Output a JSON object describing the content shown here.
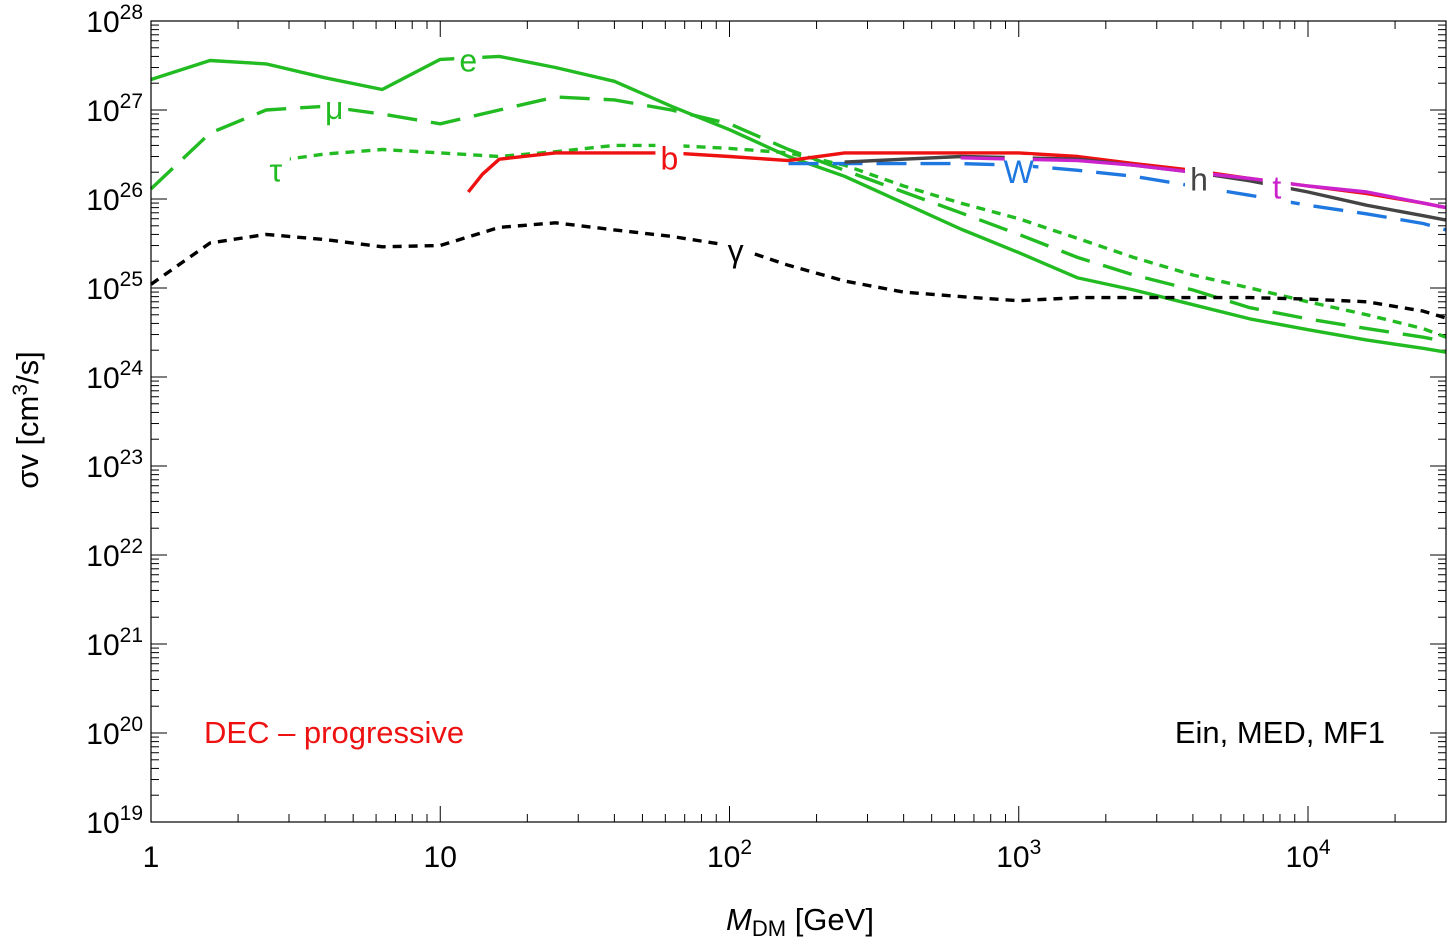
{
  "chart_data": {
    "type": "line",
    "xscale": "log",
    "yscale": "log",
    "xlim": [
      1,
      30000
    ],
    "ylim": [
      1e+19,
      1e+28
    ],
    "x_ticks": [
      {
        "value": 1,
        "base": "1",
        "exp": ""
      },
      {
        "value": 10,
        "base": "10",
        "exp": ""
      },
      {
        "value": 100,
        "base": "10",
        "exp": "2"
      },
      {
        "value": 1000,
        "base": "10",
        "exp": "3"
      },
      {
        "value": 10000,
        "base": "10",
        "exp": "4"
      }
    ],
    "y_ticks": [
      {
        "value": 1e+19,
        "base": "10",
        "exp": "19"
      },
      {
        "value": 1e+20,
        "base": "10",
        "exp": "20"
      },
      {
        "value": 1e+21,
        "base": "10",
        "exp": "21"
      },
      {
        "value": 1e+22,
        "base": "10",
        "exp": "22"
      },
      {
        "value": 1e+23,
        "base": "10",
        "exp": "23"
      },
      {
        "value": 1e+24,
        "base": "10",
        "exp": "24"
      },
      {
        "value": 1e+25,
        "base": "10",
        "exp": "25"
      },
      {
        "value": 1e+26,
        "base": "10",
        "exp": "26"
      },
      {
        "value": 1e+27,
        "base": "10",
        "exp": "27"
      },
      {
        "value": 1e+28,
        "base": "10",
        "exp": "28"
      }
    ],
    "xlabel": {
      "main": "M",
      "sub": "DM",
      "rest": " [GeV]"
    },
    "ylabel": {
      "pre": "σv [cm",
      "sup": "3",
      "post": "/s]"
    },
    "annotations": [
      {
        "text": "DEC – progressive",
        "color": "#ee1111"
      },
      {
        "text": "Ein, MED, MF1",
        "color": "#000000"
      }
    ],
    "series": [
      {
        "name": "e",
        "color": "#22bb22",
        "dash": "solid",
        "x": [
          1,
          1.6,
          2.5,
          4,
          6.3,
          10,
          16,
          25,
          40,
          63,
          100,
          160,
          250,
          400,
          630,
          1000,
          1600,
          2500,
          4000,
          6300,
          10000,
          16000,
          25000,
          30000
        ],
        "y": [
          2.2e+27,
          3.6e+27,
          3.3e+27,
          2.3e+27,
          1.7e+27,
          3.7e+27,
          4e+27,
          3e+27,
          2.1e+27,
          1.1e+27,
          6e+26,
          3e+26,
          1.8e+26,
          9e+25,
          4.6e+25,
          2.5e+25,
          1.3e+25,
          9.5e+24,
          6.5e+24,
          4.5e+24,
          3.4e+24,
          2.6e+24,
          2.1e+24,
          1.9e+24
        ]
      },
      {
        "name": "μ",
        "color": "#22bb22",
        "dash": "long",
        "x": [
          1,
          1.6,
          2.5,
          4,
          6.3,
          10,
          16,
          25,
          40,
          63,
          100,
          160,
          250,
          400,
          630,
          1000,
          1600,
          2500,
          4000,
          6300,
          10000,
          16000,
          25000,
          30000
        ],
        "y": [
          1.3e+26,
          5.5e+26,
          1e+27,
          1.1e+27,
          9e+26,
          7e+26,
          1e+27,
          1.4e+27,
          1.3e+27,
          1e+27,
          7e+26,
          3.6e+26,
          2.1e+26,
          1.2e+26,
          7e+25,
          4e+25,
          2.2e+25,
          1.4e+25,
          9.5e+24,
          6e+24,
          4.5e+24,
          3.5e+24,
          2.8e+24,
          2.5e+24
        ]
      },
      {
        "name": "τ",
        "color": "#22bb22",
        "dash": "dotted",
        "x": [
          2.5,
          4,
          6.3,
          10,
          16,
          25,
          40,
          63,
          100,
          160,
          250,
          400,
          630,
          1000,
          1600,
          2500,
          4000,
          6300,
          10000,
          16000,
          25000,
          30000
        ],
        "y": [
          2.6e+26,
          3.2e+26,
          3.6e+26,
          3.3e+26,
          3e+26,
          3.4e+26,
          4e+26,
          4e+26,
          3.7e+26,
          3.3e+26,
          2.4e+26,
          1.4e+26,
          9e+25,
          6e+25,
          3.6e+25,
          2.2e+25,
          1.4e+25,
          1e+25,
          7e+24,
          5e+24,
          3.5e+24,
          2.8e+24
        ]
      },
      {
        "name": "b",
        "color": "#ee1111",
        "dash": "solid",
        "x": [
          12.5,
          14,
          16,
          25,
          40,
          63,
          100,
          160,
          250,
          400,
          630,
          1000,
          1600,
          2500,
          4000,
          6300,
          10000,
          16000,
          25000,
          30000
        ],
        "y": [
          1.2e+26,
          1.9e+26,
          2.8e+26,
          3.3e+26,
          3.3e+26,
          3.3e+26,
          3e+26,
          2.7e+26,
          3.3e+26,
          3.3e+26,
          3.3e+26,
          3.3e+26,
          3e+26,
          2.5e+26,
          2.1e+26,
          1.7e+26,
          1.4e+26,
          1.15e+26,
          9e+25,
          8e+25
        ]
      },
      {
        "name": "W",
        "color": "#1f77e0",
        "dash": "long",
        "x": [
          160,
          250,
          400,
          630,
          1000,
          1600,
          2500,
          4000,
          6300,
          10000,
          16000,
          25000,
          30000
        ],
        "y": [
          2.5e+26,
          2.5e+26,
          2.5e+26,
          2.5e+26,
          2.4e+26,
          2.1e+26,
          1.8e+26,
          1.4e+26,
          1.1e+26,
          8.5e+25,
          6.8e+25,
          5.3e+25,
          4.5e+25
        ]
      },
      {
        "name": "h",
        "color": "#444444",
        "dash": "solid",
        "x": [
          250,
          400,
          630,
          1000,
          1600,
          2500,
          4000,
          6300,
          10000,
          16000,
          25000,
          30000
        ],
        "y": [
          2.6e+26,
          2.8e+26,
          3e+26,
          2.9e+26,
          2.8e+26,
          2.4e+26,
          2e+26,
          1.6e+26,
          1.2e+26,
          8.5e+25,
          6.5e+25,
          5.8e+25
        ]
      },
      {
        "name": "t",
        "color": "#cc22cc",
        "dash": "solid",
        "x": [
          630,
          1000,
          1600,
          2500,
          4000,
          6300,
          10000,
          16000,
          25000,
          30000
        ],
        "y": [
          2.9e+26,
          2.8e+26,
          2.7e+26,
          2.4e+26,
          2e+26,
          1.7e+26,
          1.4e+26,
          1.2e+26,
          9e+25,
          8e+25
        ]
      },
      {
        "name": "γ",
        "color": "#000000",
        "dash": "dotted",
        "x": [
          1,
          1.6,
          2.5,
          4,
          6.3,
          10,
          16,
          25,
          40,
          63,
          100,
          160,
          250,
          400,
          630,
          1000,
          1600,
          2500,
          4000,
          6300,
          10000,
          16000,
          25000,
          30000
        ],
        "y": [
          1.1e+25,
          3.2e+25,
          4e+25,
          3.5e+25,
          2.9e+25,
          3e+25,
          4.8e+25,
          5.4e+25,
          4.5e+25,
          3.8e+25,
          3e+25,
          1.8e+25,
          1.2e+25,
          9e+24,
          8e+24,
          7.2e+24,
          7.8e+24,
          7.8e+24,
          7.8e+24,
          7.8e+24,
          7.5e+24,
          7e+24,
          5.5e+24,
          4.6e+24
        ]
      }
    ],
    "labels": [
      {
        "text": "e",
        "series": "e",
        "x": 12.5,
        "y": 3.6e+27
      },
      {
        "text": "μ",
        "series": "μ",
        "x": 4.3,
        "y": 1.05e+27
      },
      {
        "text": "τ",
        "series": "τ",
        "x": 2.7,
        "y": 2.1e+26
      },
      {
        "text": "b",
        "series": "b",
        "x": 62,
        "y": 2.85e+26
      },
      {
        "text": "W",
        "series": "W",
        "x": 1000,
        "y": 2e+26
      },
      {
        "text": "h",
        "series": "h",
        "x": 4200,
        "y": 1.65e+26
      },
      {
        "text": "t",
        "series": "t",
        "x": 7800,
        "y": 1.35e+26
      },
      {
        "text": "γ",
        "series": "γ",
        "x": 105,
        "y": 2.6e+25
      }
    ]
  }
}
